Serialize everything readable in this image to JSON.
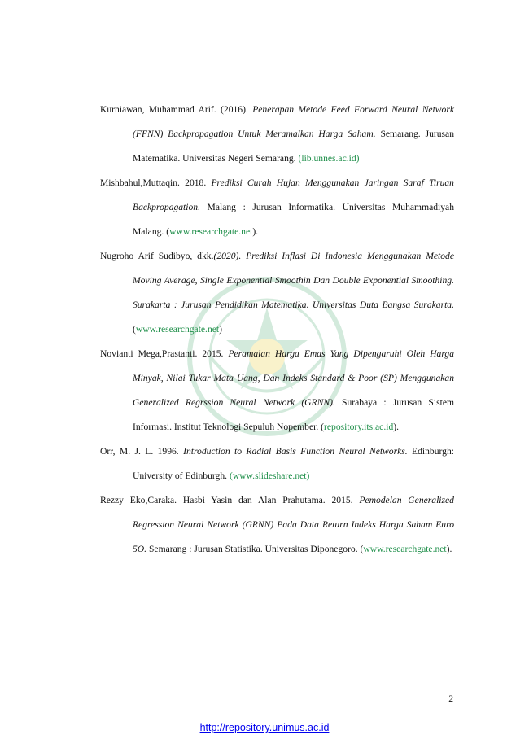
{
  "references": [
    {
      "author": "Kurniawan, Muhammad Arif. (2016). ",
      "title": "Penerapan Metode Feed Forward Neural Network (FFNN) Backpropagation Untuk Meramalkan Harga Saham.",
      "rest": " Semarang. Jurusan Matematika. Universitas Negeri Semarang. ",
      "link_pre": "(",
      "link": "lib.unnes.ac.id",
      "link_post": ")"
    },
    {
      "author": "Mishbahul,Muttaqin. 2018. ",
      "title": "Prediksi Curah Hujan Menggunakan Jaringan Saraf Tiruan Backpropagation.",
      "rest": " Malang : Jurusan Informatika. Universitas Muhammadiyah Malang. ",
      "link_pre": "(",
      "link": "www.researchgate.net",
      "link_post": ")."
    },
    {
      "author": "Nugroho Arif Sudibyo, dkk.",
      "title": "(2020). Prediksi Inflasi Di Indonesia Menggunakan Metode Moving Average, Single Exponential Smoothin  Dan Double Exponential Smoothing. Surakarta : Jurusan Pendidikan Matematika. Universitas Duta Bangsa Surakarta.",
      "rest": " ",
      "link_pre": "(",
      "link": "www.researchgate.net",
      "link_post": ")"
    },
    {
      "author": "Novianti Mega,Prastanti. 2015. ",
      "title": "Peramalan Harga Emas Yang Dipengaruhi Oleh Harga Minyak, Nilai Tukar Mata Uang, Dan Indeks Standard & Poor (SP) Menggunakan Generalized Regrssion Neural Network (GRNN).",
      "rest": " Surabaya : Jurusan Sistem Informasi. Institut Teknologi Sepuluh Nopember. ",
      "link_pre": "(",
      "link": "repository.its.ac.id",
      "link_post": ")."
    },
    {
      "author": "Orr, M. J. L. 1996. ",
      "title": "Introduction to Radial Basis Function Neural Networks.",
      "rest": " Edinburgh: University of Edinburgh. ",
      "link_pre": "(",
      "link": "www.slideshare.net",
      "link_post": ")"
    },
    {
      "author": "Rezzy Eko,Caraka. Hasbi Yasin dan Alan Prahutama. 2015. ",
      "title": "Pemodelan Generalized Regression Neural Network (GRNN) Pada Data Return Indeks Harga Saham Euro 5O.",
      "rest": " Semarang : Jurusan Statistika. Universitas Diponegoro. ",
      "link_pre": "(",
      "link": "www.researchgate.net",
      "link_post": ")."
    }
  ],
  "page_number": "2",
  "footer_url": "http://repository.unimus.ac.id",
  "colors": {
    "link": "#1f8f4a",
    "footer_link": "#0000ee",
    "watermark": "#2a9c57"
  }
}
